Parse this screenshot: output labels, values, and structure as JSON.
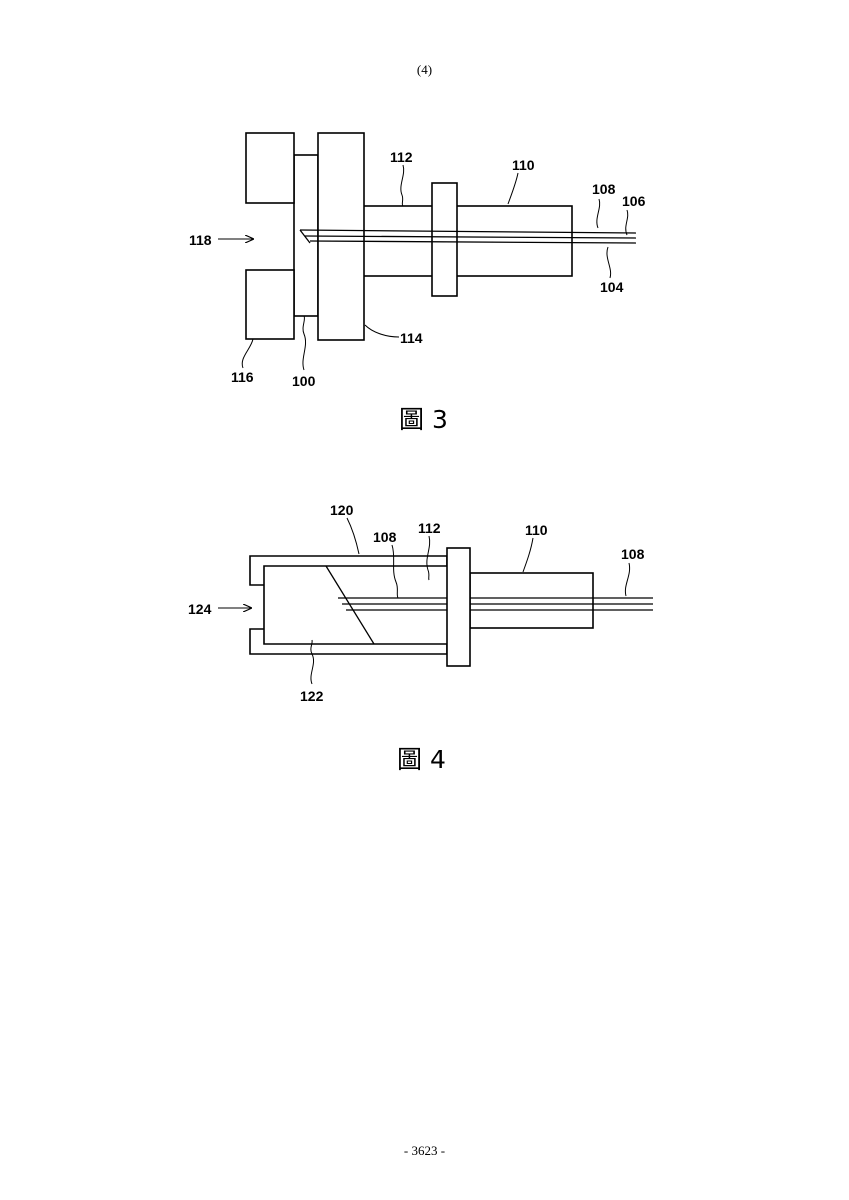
{
  "page": {
    "header": "(4)",
    "footer": "- 3623 -"
  },
  "figure3": {
    "caption": "圖 3",
    "labels": {
      "r100": "100",
      "r104": "104",
      "r106": "106",
      "r108": "108",
      "r110": "110",
      "r112": "112",
      "r114": "114",
      "r116": "116",
      "r118": "118"
    }
  },
  "figure4": {
    "caption": "圖 4",
    "labels": {
      "r108a": "108",
      "r108b": "108",
      "r110": "110",
      "r112": "112",
      "r120": "120",
      "r122": "122",
      "r124": "124"
    }
  }
}
